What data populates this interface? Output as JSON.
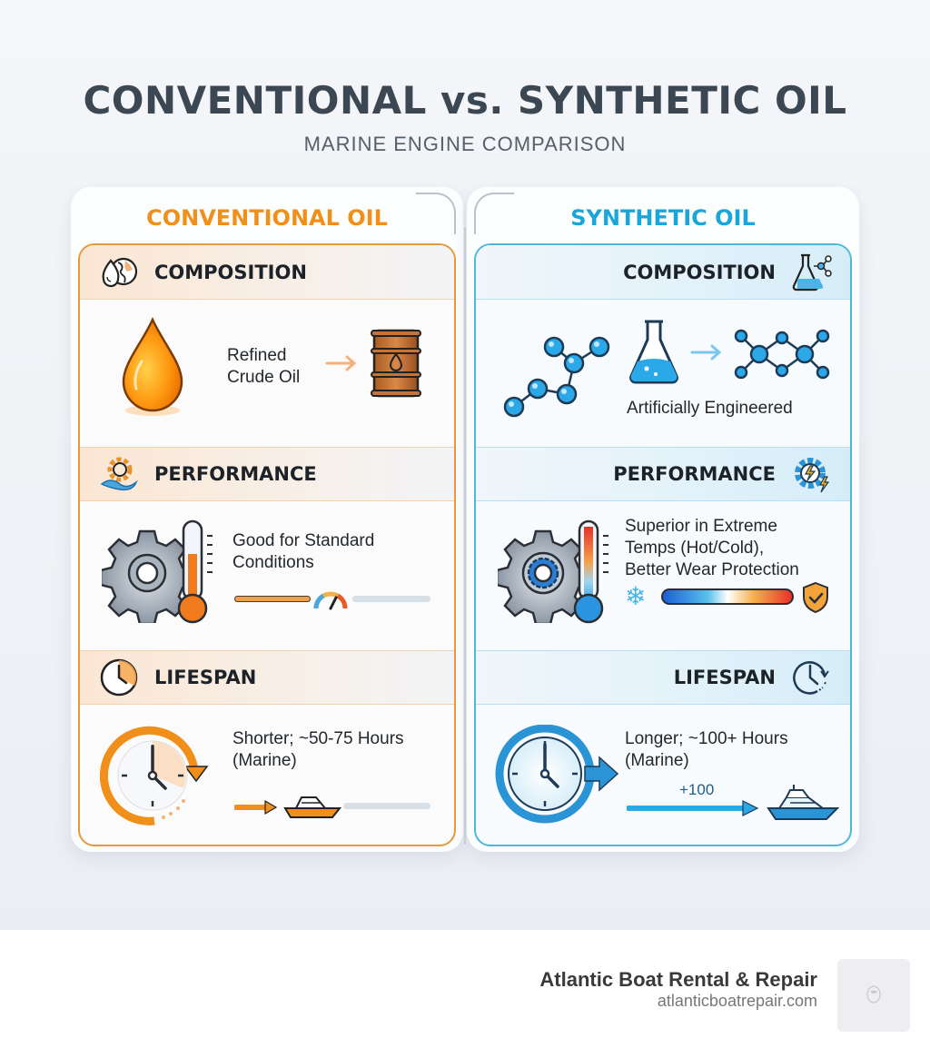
{
  "header": {
    "title": "CONVENTIONAL vs. SYNTHETIC OIL",
    "subtitle": "MARINE ENGINE COMPARISON"
  },
  "colors": {
    "conventional_accent": "#f0901a",
    "synthetic_accent": "#1aa6d8",
    "title_text": "#3b4752"
  },
  "columns": [
    {
      "title": "CONVENTIONAL OIL",
      "sections": [
        {
          "heading": "COMPOSITION",
          "icon": "oil-drop-globe-icon",
          "text_lines": [
            "Refined",
            "Crude Oil"
          ],
          "illustrations": [
            "oil-drop-icon",
            "arrow-right-icon",
            "oil-barrel-icon"
          ]
        },
        {
          "heading": "PERFORMANCE",
          "icon": "gear-wave-icon",
          "text_lines": [
            "Good for Standard",
            "Conditions"
          ],
          "illustrations": [
            "gear-icon",
            "thermometer-icon",
            "gauge-icon"
          ],
          "meter": "medium"
        },
        {
          "heading": "LIFESPAN",
          "icon": "clock-icon",
          "text_lines": [
            "Shorter; ~50-75 Hours",
            "(Marine)"
          ],
          "illustrations": [
            "clock-cycle-icon",
            "arrow-right-icon",
            "boat-icon"
          ]
        }
      ]
    },
    {
      "title": "SYNTHETIC OIL",
      "sections": [
        {
          "heading": "COMPOSITION",
          "icon": "flask-molecule-icon",
          "text_lines": [
            "Artificially Engineered"
          ],
          "illustrations": [
            "molecule-chain-icon",
            "flask-icon",
            "arrow-right-icon",
            "molecule-ring-icon"
          ]
        },
        {
          "heading": "PERFORMANCE",
          "icon": "gear-lightning-icon",
          "text_lines": [
            "Superior in Extreme",
            "Temps (Hot/Cold),",
            "Better Wear Protection"
          ],
          "illustrations": [
            "gear-icon",
            "thermometer-icon",
            "snowflake-icon",
            "temperature-gradient-bar",
            "shield-check-icon"
          ]
        },
        {
          "heading": "LIFESPAN",
          "icon": "clock-refresh-icon",
          "text_lines": [
            "Longer; ~100+ Hours",
            "(Marine)"
          ],
          "arrow_label": "+100",
          "illustrations": [
            "clock-cycle-icon",
            "arrow-right-icon",
            "yacht-icon"
          ]
        }
      ]
    }
  ],
  "footer": {
    "brand_name": "Atlantic Boat Rental & Repair",
    "brand_url": "atlanticboatrepair.com",
    "logo_icon": "brand-logo-icon"
  }
}
